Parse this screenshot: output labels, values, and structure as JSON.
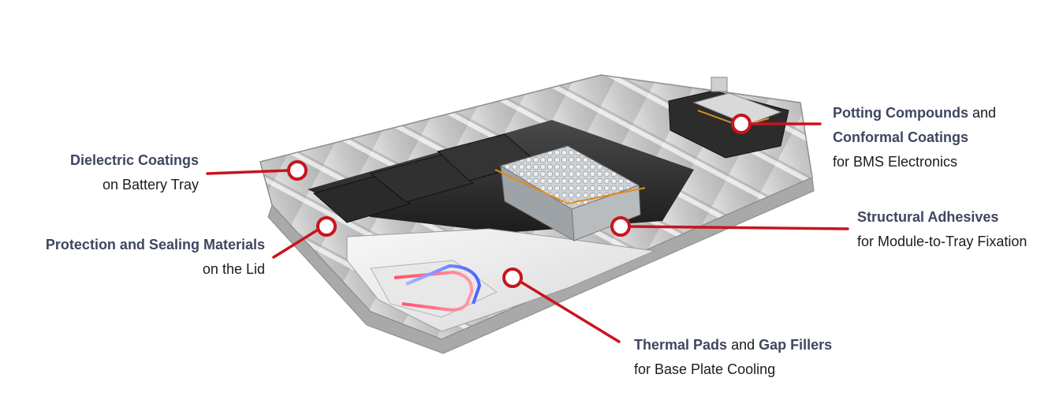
{
  "colors": {
    "accent": "#c8141e",
    "label_strong": "#3e4660",
    "label_text": "#1b1b1b"
  },
  "callouts": {
    "dielectric": {
      "title": "Dielectric Coatings",
      "sub": "on Battery Tray"
    },
    "protection": {
      "title": "Protection and Sealing Materials",
      "sub": "on the Lid"
    },
    "potting": {
      "title_a": "Potting Compounds",
      "connector": "and",
      "title_b": "Conformal Coatings",
      "sub": "for BMS Electronics"
    },
    "structural": {
      "title": "Structural Adhesives",
      "sub": "for Module-to-Tray Fixation"
    },
    "thermal": {
      "title_a": "Thermal Pads",
      "connector": "and",
      "title_b": "Gap Fillers",
      "sub": "for Base Plate Cooling"
    }
  }
}
